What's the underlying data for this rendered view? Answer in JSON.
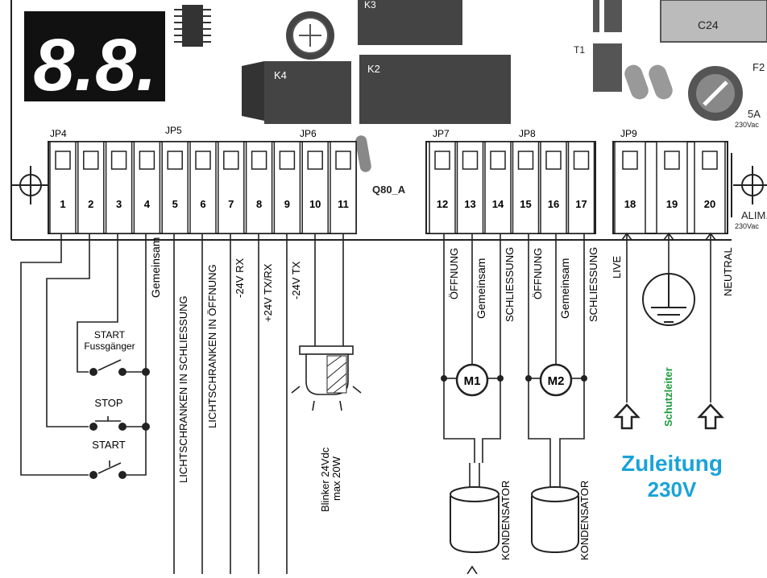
{
  "display": {
    "digits": "8.8."
  },
  "components": {
    "k4": "K4",
    "k2": "K2",
    "k3": "K3",
    "c24": "C24",
    "t1": "T1",
    "f2": "F2",
    "q80": "Q80_A",
    "fuse_rating": "5A",
    "fuse_voltage": "230Vac",
    "alim": "ALIM.",
    "alim_voltage": "230Vac"
  },
  "headers": {
    "jp4": "JP4",
    "jp5": "JP5",
    "jp6": "JP6",
    "jp7": "JP7",
    "jp8": "JP8",
    "jp9": "JP9"
  },
  "terminals": [
    "1",
    "2",
    "3",
    "4",
    "5",
    "6",
    "7",
    "8",
    "9",
    "10",
    "11",
    "12",
    "13",
    "14",
    "15",
    "16",
    "17",
    "18",
    "19",
    "20"
  ],
  "wire_labels": {
    "t4": "Gemeinsam",
    "t5": "LICHTSCHRANKEN IN SCHLIESSUNG",
    "t6": "LICHTSCHRANKEN IN ÖFFNUNG",
    "t7": "-24V RX",
    "t8": "+24V TX/RX",
    "t9": "-24V TX",
    "t12": "ÖFFNUNG",
    "t13": "Gemeinsam",
    "t14": "SCHLIESSUNG",
    "t15": "ÖFFNUNG",
    "t16": "Gemeinsam",
    "t17": "SCHLIESSUNG",
    "t18": "LIVE",
    "t20": "NEUTRAL"
  },
  "switches": {
    "start_ped_1": "START",
    "start_ped_2": "Fussgänger",
    "stop": "STOP",
    "start": "START"
  },
  "blinker": {
    "line1": "Blinker 24Vdc",
    "line2": "max 20W"
  },
  "motors": {
    "m1": "M1",
    "m2": "M2"
  },
  "capacitor": "KONDENSATOR",
  "earth_label": "Schutzleiter",
  "supply": {
    "line1": "Zuleitung",
    "line2": "230V"
  },
  "colors": {
    "supply_text": "#1aa3d8",
    "earth_text": "#1e9b3c",
    "board_dark": "#222222"
  }
}
